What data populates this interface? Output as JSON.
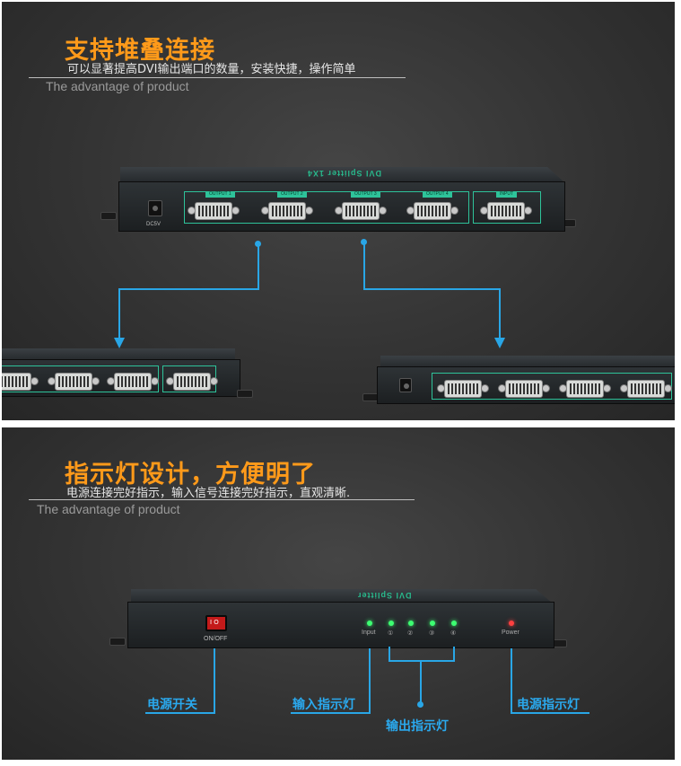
{
  "panel1": {
    "heading": "支持堆叠连接",
    "subline": "可以显著提高DVI输出端口的数量，安装快捷，操作简单",
    "advantage": "The advantage of product",
    "device": {
      "brand": "DVI Splitter 1X4",
      "ports": [
        "OUTPUT 1",
        "OUTPUT 2",
        "OUTPUT 3",
        "OUTPUT 4",
        "INPUT"
      ],
      "dc_label": "DC5V"
    }
  },
  "panel2": {
    "heading": "指示灯设计，方便明了",
    "subline": "电源连接完好指示，输入信号连接完好指示，直观清晰.",
    "advantage": "The advantage of product",
    "device": {
      "brand": "DVI Splitter",
      "switch_label": "ON/OFF",
      "input_label": "Input",
      "output_marks": [
        "①",
        "②",
        "③",
        "④"
      ],
      "power_label": "Power"
    },
    "callouts": {
      "power_switch": "电源开关",
      "input_light": "输入指示灯",
      "output_light": "输出指示灯",
      "power_light": "电源指示灯"
    }
  },
  "colors": {
    "accent_orange": "#ff9a1a",
    "callout_blue": "#29a6e6",
    "port_green": "#2ec39a",
    "led_green": "#3dff72",
    "led_red": "#ff4040"
  }
}
